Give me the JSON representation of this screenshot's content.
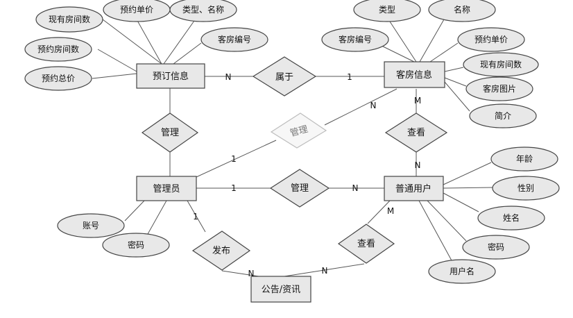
{
  "colors": {
    "shape_fill": "#e8e8e8",
    "faded_fill": "#f7f7f7",
    "stroke": "#444444",
    "background": "#ffffff"
  },
  "entities": {
    "booking": "预订信息",
    "room": "客房信息",
    "admin": "管理员",
    "user": "普通用户",
    "notice": "公告/资讯"
  },
  "relations": {
    "belongs": "属于",
    "admin_booking": "管理",
    "admin_room": "管理",
    "admin_user": "管理",
    "user_room": "查看",
    "publish": "发布",
    "user_notice": "查看"
  },
  "attributes": {
    "booking": [
      "现有房间数",
      "预约单价",
      "类型、名称",
      "预约房间数",
      "客房编号",
      "预约总价"
    ],
    "room": [
      "类型",
      "名称",
      "客房编号",
      "预约单价",
      "现有房间数",
      "客房图片",
      "简介"
    ],
    "user": [
      "年龄",
      "性别",
      "姓名",
      "密码",
      "用户名"
    ],
    "admin": [
      "账号",
      "密码"
    ]
  },
  "cardinalities": {
    "booking_belongs": "N",
    "belongs_room": "1",
    "admin_manage_room": "1",
    "manage_room": "N",
    "room_view": "M",
    "view_user": "N",
    "admin_manage_user": "1",
    "manage_user": "N",
    "admin_publish": "1",
    "publish_notice": "N",
    "view_notice": "N",
    "user_view_notice": "M"
  }
}
